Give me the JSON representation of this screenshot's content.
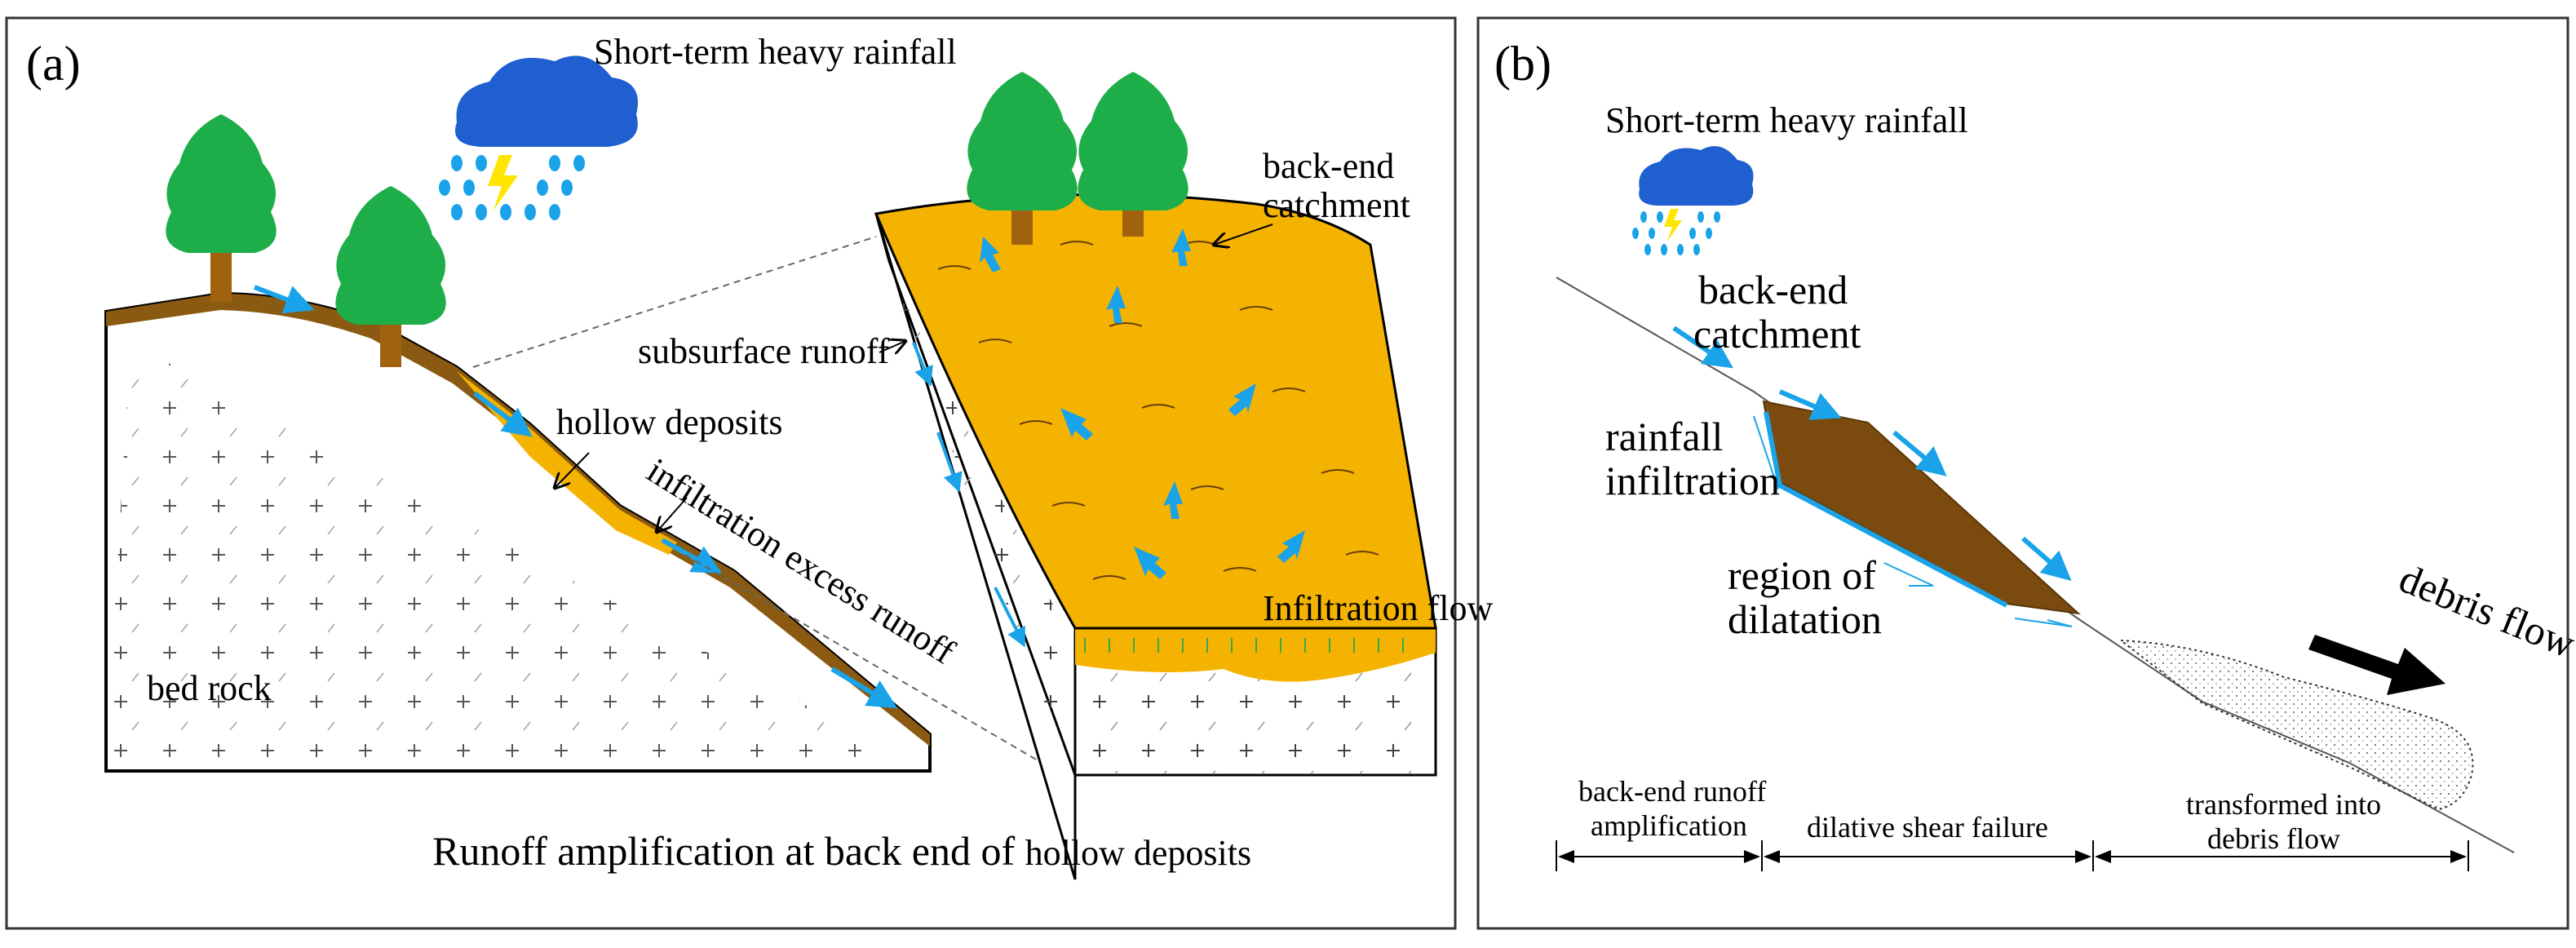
{
  "panel_a": {
    "label": "(a)",
    "rain_title": "Short-term heavy rainfall",
    "back_end_1": "back-end",
    "back_end_2": "catchment",
    "subsurface_runoff": "subsurface runoff",
    "hollow_deposits": "hollow deposits",
    "infiltration_excess": "infiltration excess runoff",
    "infiltration_flow": "Infiltration flow",
    "bed_rock": "bed rock",
    "caption_main": "Runoff amplification at back end of ",
    "caption_tail": "hollow deposits"
  },
  "panel_b": {
    "label": "(b)",
    "rain_title": "Short-term heavy rainfall",
    "back_end_1": "back-end",
    "back_end_2": "catchment",
    "rainfall_1": "rainfall",
    "rainfall_2": "infiltration",
    "region_1": "region of",
    "region_2": "dilatation",
    "debris_flow": "debris flow",
    "stage1_1": "back-end runoff",
    "stage1_2": "amplification",
    "stage2": "dilative shear failure",
    "stage3_1": "transformed into",
    "stage3_2": "debris flow"
  },
  "colors": {
    "soil": "#8B5A12",
    "deposit": "#F5B301",
    "arrow": "#1AA3E8",
    "tree": "#1DAE4A",
    "trunk": "#A0620F",
    "cloud": "#1F5FCF"
  }
}
